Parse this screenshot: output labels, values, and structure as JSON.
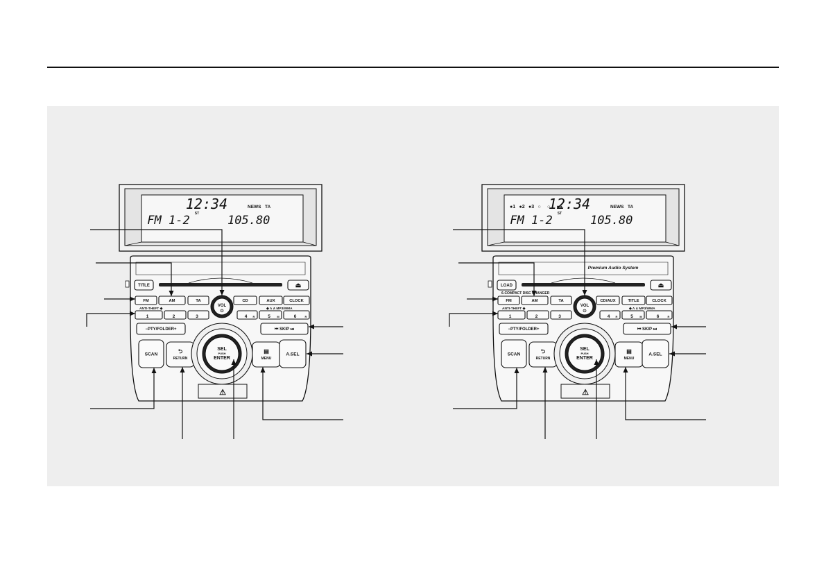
{
  "units": [
    {
      "id": "left",
      "has_load_button": false,
      "has_brand_label": false,
      "has_disc_indicators": false,
      "brand_label": "",
      "disc_changer_label": "",
      "lcd": {
        "clock": "12:34",
        "band": "FM 1-2",
        "freq": "105.80",
        "news": "NEWS",
        "ta": "TA",
        "st": "ST",
        "discs": []
      },
      "top_row": {
        "left_btn": "TITLE",
        "eject": "⏏"
      },
      "band_row": [
        "FM",
        "AM",
        "TA",
        "CD",
        "AUX",
        "CLOCK"
      ],
      "anti_theft": "ANTI-THEFT ◆",
      "mp3_label": "◆ Ʌ ∧ MP3/WMA",
      "presets": [
        "1",
        "2",
        "3",
        "4",
        "5",
        "6"
      ],
      "preset_subs": [
        "",
        "",
        "",
        "R",
        "M",
        "R"
      ],
      "vol": {
        "label": "VOL",
        "power": "⏻"
      },
      "pty": "−PTY/FOLDER+",
      "skip": "⏮  SKIP  ⏭",
      "scan": "SCAN",
      "return": "RETURN",
      "menu": "MENU",
      "asel": "A.SEL",
      "sel": {
        "line1": "SEL",
        "line2": "PUSH",
        "line3": "ENTER"
      },
      "hazard": "⚠"
    },
    {
      "id": "right",
      "has_load_button": true,
      "has_brand_label": true,
      "has_disc_indicators": true,
      "brand_label": "Premium Audio System",
      "disc_changer_label": "6-COMPACT DISC CHANGER",
      "lcd": {
        "clock": "12:34",
        "band": "FM 1-2",
        "freq": "105.80",
        "news": "NEWS",
        "ta": "TA",
        "st": "ST",
        "discs": [
          "●1",
          "●2",
          "●3",
          "○",
          "○",
          "●6"
        ]
      },
      "top_row": {
        "left_btn": "LOAD",
        "eject": "⏏"
      },
      "band_row": [
        "FM",
        "AM",
        "TA",
        "CD/AUX",
        "TITLE",
        "CLOCK"
      ],
      "anti_theft": "ANTI-THEFT ◆",
      "mp3_label": "◆ Ʌ ∧ MP3/WMA",
      "presets": [
        "1",
        "2",
        "3",
        "4",
        "5",
        "6"
      ],
      "preset_subs": [
        "",
        "",
        "",
        "R",
        "M",
        "R"
      ],
      "vol": {
        "label": "VOL",
        "power": "⏻"
      },
      "pty": "−PTY/FOLDER+",
      "skip": "⏮  SKIP  ⏭",
      "scan": "SCAN",
      "return": "RETURN",
      "menu": "MENU",
      "asel": "A.SEL",
      "sel": {
        "line1": "SEL",
        "line2": "PUSH",
        "line3": "ENTER"
      },
      "hazard": "⚠"
    }
  ]
}
